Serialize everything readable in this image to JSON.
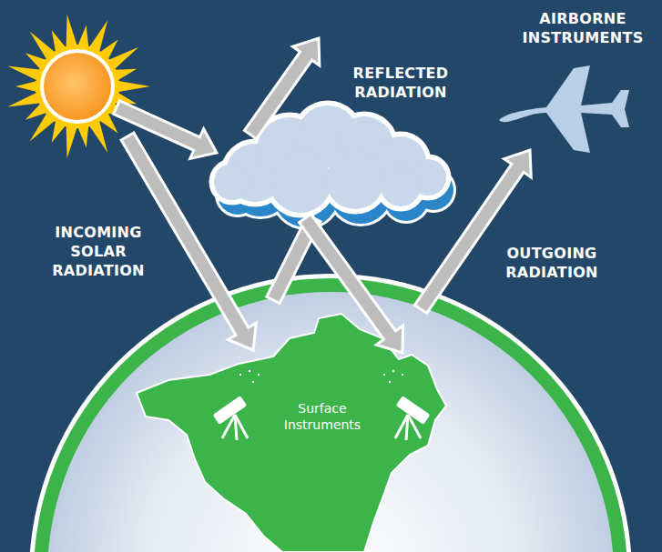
{
  "diagram": {
    "labels": [
      "AIRBORNE INSTRUMENTS",
      "REFLECTED RADIATION",
      "INCOMING SOLAR RADIATION",
      "OUTGOING RADIATION",
      "Surface Instruments"
    ]
  }
}
